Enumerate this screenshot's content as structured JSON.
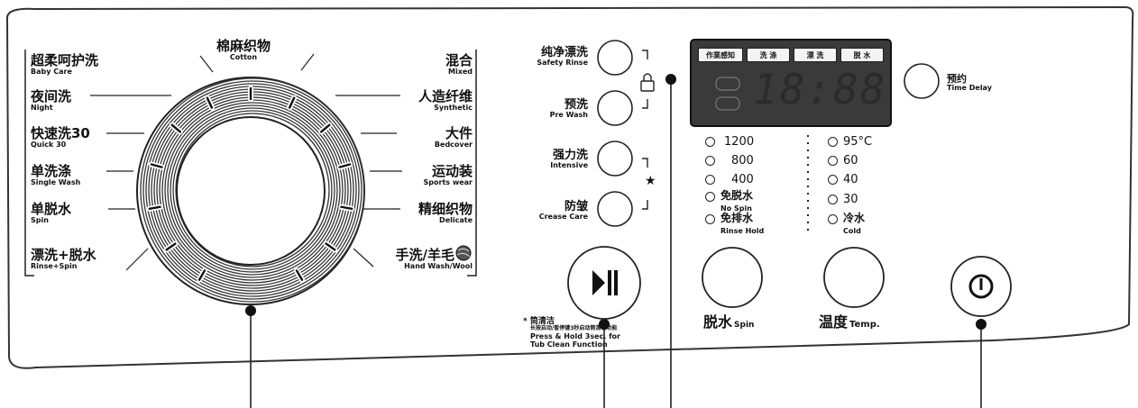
{
  "program_dial": {
    "top": {
      "zh": "棉麻织物",
      "en": "Cotton"
    },
    "left": [
      {
        "zh": "超柔呵护洗",
        "en": "Baby Care"
      },
      {
        "zh": "夜间洗",
        "en": "Night"
      },
      {
        "zh": "快速洗30",
        "en": "Quick 30"
      },
      {
        "zh": "单洗涤",
        "en": "Single Wash"
      },
      {
        "zh": "单脱水",
        "en": "Spin"
      },
      {
        "zh": "漂洗+脱水",
        "en": "Rinse+Spin"
      }
    ],
    "right": [
      {
        "zh": "混合",
        "en": "Mixed"
      },
      {
        "zh": "人造纤维",
        "en": "Synthetic"
      },
      {
        "zh": "大件",
        "en": "Bedcover"
      },
      {
        "zh": "运动装",
        "en": "Sports wear"
      },
      {
        "zh": "精细织物",
        "en": "Delicate"
      },
      {
        "zh": "手洗/羊毛",
        "en": "Hand Wash/Wool"
      }
    ]
  },
  "option_buttons": [
    {
      "zh": "纯净漂洗",
      "en": "Safety Rinse"
    },
    {
      "zh": "预洗",
      "en": "Pre Wash"
    },
    {
      "zh": "强力洗",
      "en": "Intensive"
    },
    {
      "zh": "防皱",
      "en": "Crease Care"
    }
  ],
  "star_symbol": "★",
  "display": {
    "tabs": [
      "作業感知",
      "洗 涤",
      "漂 洗",
      "脱 水"
    ],
    "digits": "18:88"
  },
  "time_delay": {
    "zh": "预约",
    "en": "Time Delay"
  },
  "spin_leds": [
    {
      "zh": "1200"
    },
    {
      "zh": "800"
    },
    {
      "zh": "400"
    },
    {
      "zh": "免脱水",
      "en": "No Spin"
    },
    {
      "zh": "免排水",
      "en": "Rinse Hold"
    }
  ],
  "temp_leds": [
    {
      "zh": "95°C"
    },
    {
      "zh": "60"
    },
    {
      "zh": "40"
    },
    {
      "zh": "30"
    },
    {
      "zh": "冷水",
      "en": "Cold"
    }
  ],
  "start_pause": {
    "note_zh": "* 筒清洁",
    "note_zh2": "长按启动/暂停键3秒启动筒清洁功能",
    "note_en1": "Press & Hold 3sec. for",
    "note_en2": "Tub Clean Function"
  },
  "spin_button": {
    "zh": "脱水",
    "en": "Spin"
  },
  "temp_button": {
    "zh": "温度",
    "en": "Temp."
  }
}
